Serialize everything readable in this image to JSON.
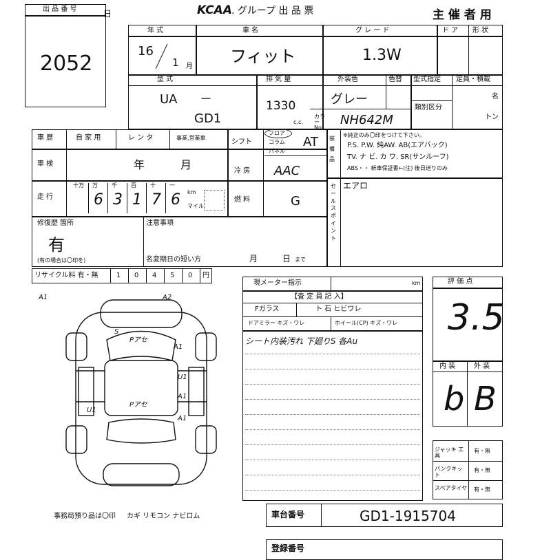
{
  "lot": {
    "label": "出 品 番 号",
    "number": "2052",
    "side_char": "日"
  },
  "header": {
    "brand": "KCAA",
    "title": ". グループ  出 品 票",
    "role": "主 催 者 用"
  },
  "row1": {
    "year_label": "年 式",
    "car_label": "車 名",
    "grade_label": "グ レ ー ド",
    "door_label": "ド ア",
    "shape_label": "形 状",
    "year": "16",
    "month": "1",
    "month_unit": "月",
    "car": "フィット",
    "grade": "1.3W"
  },
  "row2": {
    "model_label": "型 式",
    "disp_label": "排 気 量",
    "color_label": "外装色",
    "color_no_label": "色替",
    "cert_label": "型式指定",
    "cap_label": "定員・積載",
    "cls_label": "類別区分",
    "model_a": "UA",
    "model_dash": "－",
    "model_b": "GD1",
    "disp": "1330",
    "cc": "c.c.",
    "color": "グレー",
    "color_code_label": "カラー No.",
    "color_code": "NH642M",
    "cap_unit": "名",
    "ton_unit": "トン"
  },
  "history": {
    "label": "車 歴",
    "opt1": "自 家 用",
    "opt2": "レ ン タ",
    "opt3": "事業,営業車"
  },
  "inspect": {
    "label": "車 検",
    "year": "年",
    "month": "月"
  },
  "mileage": {
    "label": "走 行",
    "units": [
      "十万",
      "万",
      "千",
      "百",
      "十",
      "一"
    ],
    "digits": [
      "",
      "6",
      "3",
      "1",
      "7",
      "6"
    ],
    "km": "km",
    "mile": "マイル"
  },
  "shift": {
    "label": "シフト",
    "opt1": "フロア",
    "opt2": "コラム",
    "opt3": "パネル",
    "value": "AT"
  },
  "ac": {
    "label": "冷 房",
    "value": "AAC"
  },
  "fuel": {
    "label": "燃 料",
    "value": "G"
  },
  "equip": {
    "label": "装備品",
    "note": "※純正のみ〇印をつけて下さい。",
    "line1": "P.S. P.W. 純AW. AB(エアバック)",
    "line2": "TV. ナ ビ. カ ワ. SR(サンルーフ)",
    "line3": "ABS・・ 新車保証書←(注) 後日送りのみ"
  },
  "sales_point": {
    "label": "セールスポイント",
    "value": "エアロ"
  },
  "repair": {
    "label": "修復歴 箇所",
    "value": "有",
    "note": "(有の場合は〇印を)"
  },
  "caution": {
    "label": "注意事項",
    "deadline_label": "名変期日の短い方",
    "month": "月",
    "day": "日",
    "made": "まで"
  },
  "recycle": {
    "label": "リサイクル料 有・無",
    "digits": [
      "1",
      "0",
      "4",
      "5",
      "0"
    ],
    "unit": "円"
  },
  "meter": {
    "label": "現メーター指示",
    "unit": "km"
  },
  "inspection": {
    "title": "【査 定 員 記 入】",
    "glass": "Fガラス",
    "glass_opts": "ト 石   ヒビワレ",
    "mirror": "ドアミラー キズ・ワレ",
    "wheel": "ホイール(CP) キズ・ワレ",
    "comment": "シート内装汚れ 下廻りS 各Au"
  },
  "diagram": {
    "marks": [
      "A1",
      "A2",
      "S",
      "Pアセ",
      "A1",
      "U1",
      "Pアセ",
      "A1",
      "U1",
      "A1"
    ]
  },
  "rating": {
    "label": "評 価 点",
    "score": "3.5",
    "int_label": "内 装",
    "ext_label": "外 装",
    "int": "b",
    "ext": "B"
  },
  "accessories": [
    {
      "label": "ジャッキ 工具",
      "value": "有・無"
    },
    {
      "label": "パンクキット",
      "value": "有・無"
    },
    {
      "label": "スペアタイヤ",
      "value": "有・無"
    }
  ],
  "office": {
    "label": "事務局預り品は〇印",
    "items": "カギ リモコン ナビロム"
  },
  "chassis": {
    "label": "車台番号",
    "value": "GD1-1915704"
  },
  "reg": {
    "label": "登録番号"
  }
}
